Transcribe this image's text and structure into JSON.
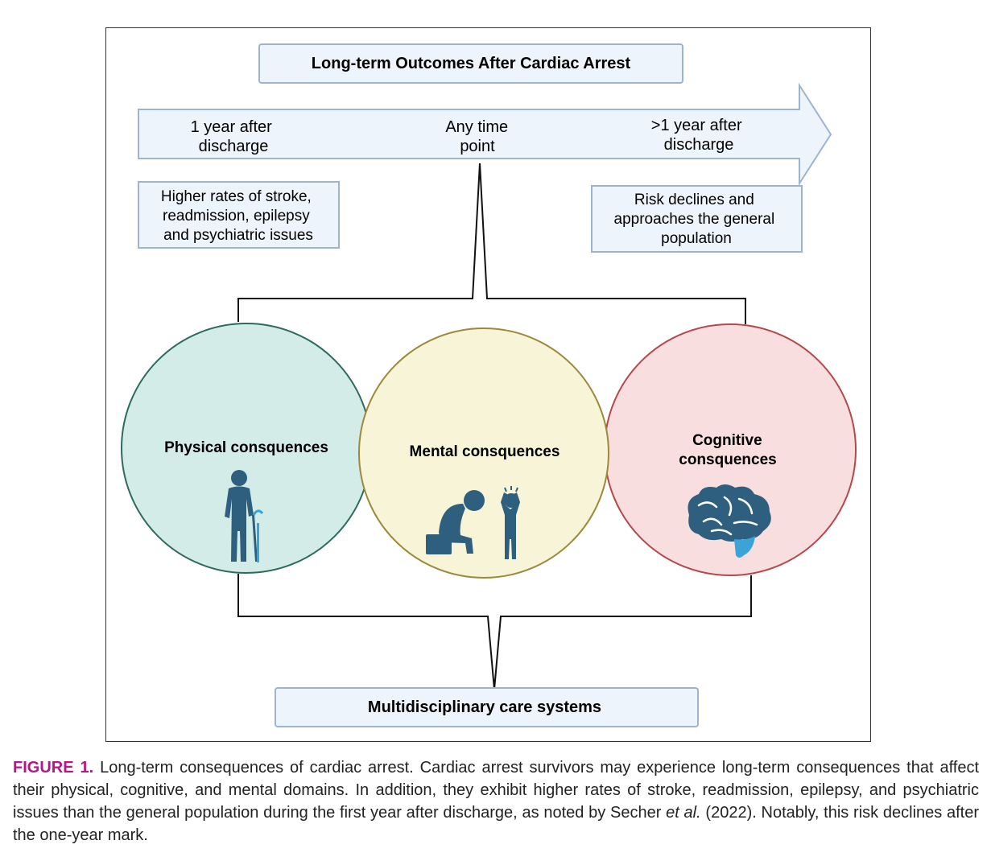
{
  "title": "Long-term Outcomes After Cardiac Arrest",
  "timeline": {
    "left": [
      "1 year after",
      "discharge"
    ],
    "center": [
      "Any time",
      "point"
    ],
    "right": [
      ">1 year after",
      "discharge"
    ]
  },
  "left_box": [
    "Higher rates of stroke,",
    "readmission, epilepsy",
    "and psychiatric issues"
  ],
  "right_box": [
    "Risk declines and",
    "approaches the general",
    "population"
  ],
  "circles": {
    "physical": {
      "label": [
        "Physical consquences"
      ],
      "icon": "elderly-person-with-cane-icon",
      "fill": "#d3ece8",
      "stroke": "#2d6b5e"
    },
    "mental": {
      "label": [
        "Mental consquences"
      ],
      "icon": "depressed-and-stressed-person-icon",
      "fill": "#f7f4d7",
      "stroke": "#9a8a3a"
    },
    "cognitive": {
      "label": [
        "Cognitive",
        "consquences"
      ],
      "icon": "brain-icon",
      "fill": "#f8dede",
      "stroke": "#b5474d"
    }
  },
  "bottom_box": "Multidisciplinary care systems",
  "colors": {
    "box_fill": "#eef4fb",
    "box_stroke": "#9db3cf",
    "icon": "#2f5f7e",
    "icon_accent": "#3ba3d8",
    "caption_label": "#b5178a"
  },
  "caption": {
    "label": "FIGURE 1.",
    "text_1": " Long-term consequences of cardiac arrest. Cardiac arrest survivors may experience long-term consequences that affect their physical, cognitive, and mental domains. In addition, they exhibit higher rates of stroke, readmission, epilepsy, and psychiatric issues than the general population during the first year after discharge, as noted by Secher ",
    "etal": "et al.",
    "text_2": " (2022). Notably, this risk declines after the one-year mark."
  }
}
